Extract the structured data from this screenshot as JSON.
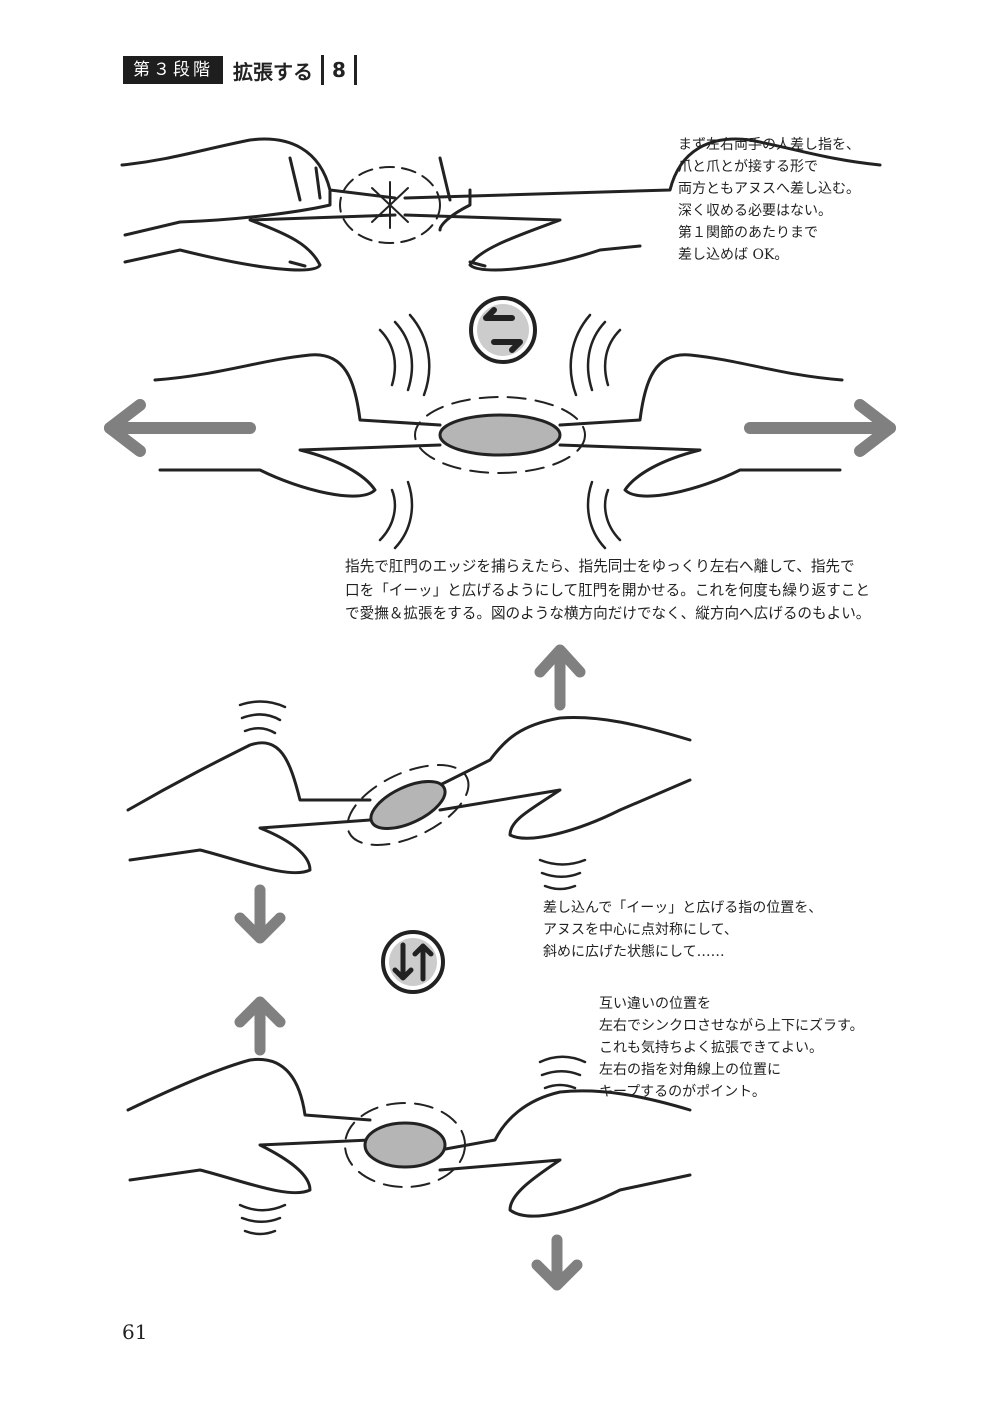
{
  "header": {
    "stage": "第３段階",
    "title": "拡張する",
    "number": "8"
  },
  "captions": {
    "step1": [
      "まず左右両手の人差し指を、",
      "爪と爪とが接する形で",
      "両方ともアヌスへ差し込む。",
      "深く収める必要はない。",
      "第１関節のあたりまで",
      "差し込めば OK。"
    ],
    "step2": [
      "指先で肛門のエッジを捕らえたら、指先同士をゆっくり左右へ離して、指先で",
      "口を「イーッ」と広げるようにして肛門を開かせる。これを何度も繰り返すこと",
      "で愛撫＆拡張をする。図のような横方向だけでなく、縦方向へ広げるのもよい。"
    ],
    "step3": [
      "差し込んで「イーッ」と広げる指の位置を、",
      "アヌスを中心に点対称にして、",
      "斜めに広げた状態にして……"
    ],
    "step4": [
      "互い違いの位置を",
      "左右でシンクロさせながら上下にズラす。",
      "これも気持ちよく拡張できてよい。",
      "左右の指を対角線上の位置に",
      "キープするのがポイント。"
    ]
  },
  "page_number": "61",
  "colors": {
    "arrow": "#808080",
    "fill": "#b5b5b5",
    "ink": "#222222"
  }
}
